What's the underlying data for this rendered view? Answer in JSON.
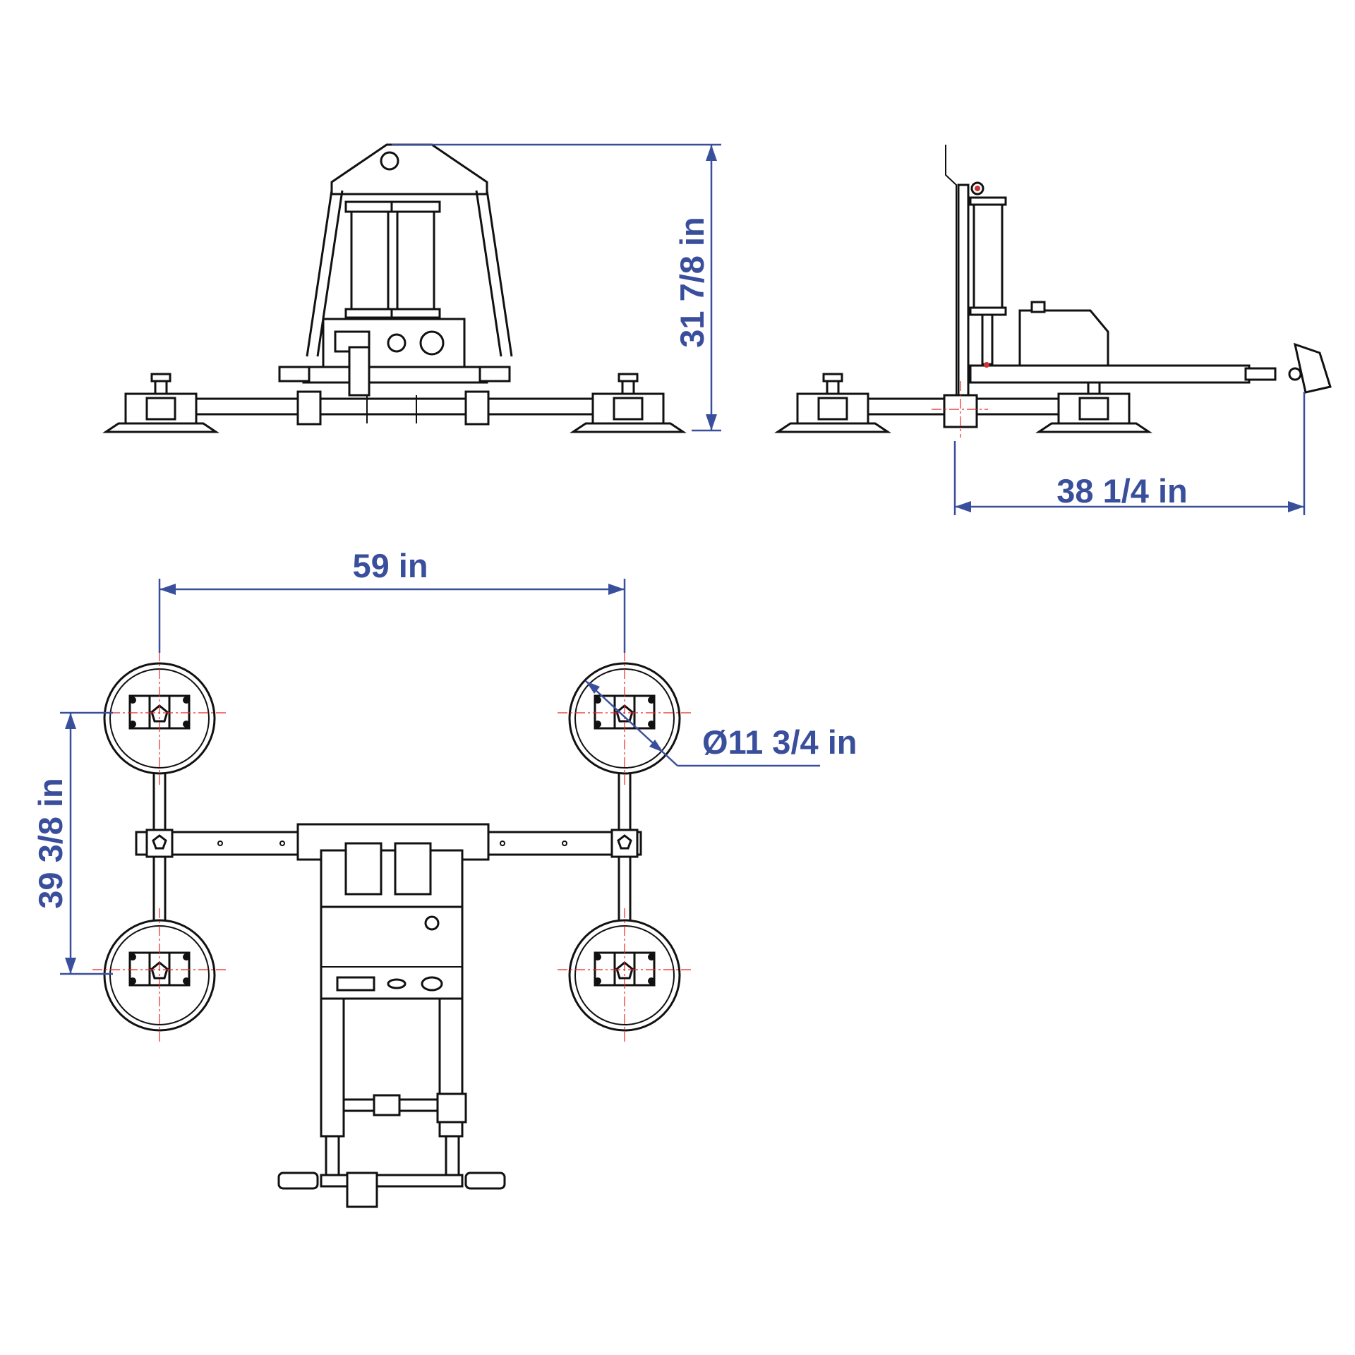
{
  "dimensions": {
    "height": "31 7/8 in",
    "depth": "38 1/4 in",
    "width": "59 in",
    "length": "39 3/8 in",
    "pad_diameter": "Ø11 3/4 in"
  },
  "colors": {
    "dimension": "#3a4f9c",
    "outline": "#111111",
    "centerline": "#e22222"
  }
}
